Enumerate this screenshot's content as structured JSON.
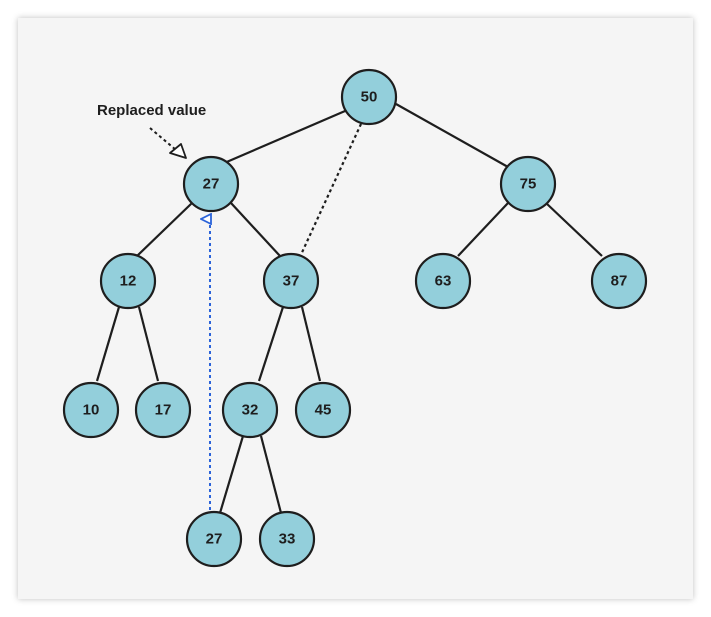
{
  "diagram": {
    "annotation": "Replaced value",
    "colors": {
      "node_fill": "#93cfdb",
      "node_stroke": "#1e1e1e",
      "edge": "#1e1e1e",
      "highlight_arrow": "#2b63d9",
      "background": "#f5f5f5"
    },
    "nodes": [
      {
        "id": "n50",
        "label": "50"
      },
      {
        "id": "n27top",
        "label": "27"
      },
      {
        "id": "n75",
        "label": "75"
      },
      {
        "id": "n12",
        "label": "12"
      },
      {
        "id": "n37",
        "label": "37"
      },
      {
        "id": "n63",
        "label": "63"
      },
      {
        "id": "n87",
        "label": "87"
      },
      {
        "id": "n10",
        "label": "10"
      },
      {
        "id": "n17",
        "label": "17"
      },
      {
        "id": "n32",
        "label": "32"
      },
      {
        "id": "n45",
        "label": "45"
      },
      {
        "id": "n27bot",
        "label": "27"
      },
      {
        "id": "n33",
        "label": "33"
      }
    ],
    "edges": [
      {
        "from": "n50",
        "to": "n27top",
        "style": "solid"
      },
      {
        "from": "n50",
        "to": "n75",
        "style": "solid"
      },
      {
        "from": "n50",
        "to": "n37",
        "style": "dotted"
      },
      {
        "from": "n27top",
        "to": "n12",
        "style": "solid"
      },
      {
        "from": "n27top",
        "to": "n37",
        "style": "solid"
      },
      {
        "from": "n75",
        "to": "n63",
        "style": "solid"
      },
      {
        "from": "n75",
        "to": "n87",
        "style": "solid"
      },
      {
        "from": "n12",
        "to": "n10",
        "style": "solid"
      },
      {
        "from": "n12",
        "to": "n17",
        "style": "solid"
      },
      {
        "from": "n37",
        "to": "n32",
        "style": "solid"
      },
      {
        "from": "n37",
        "to": "n45",
        "style": "solid"
      },
      {
        "from": "n32",
        "to": "n27bot",
        "style": "solid"
      },
      {
        "from": "n32",
        "to": "n33",
        "style": "solid"
      }
    ]
  }
}
